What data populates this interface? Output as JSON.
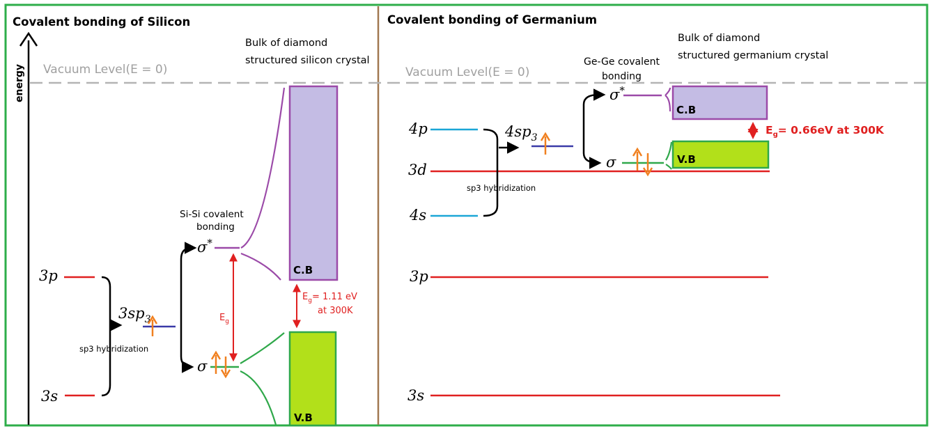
{
  "silicon": {
    "title": "Covalent bonding of Silicon",
    "axis_label": "energy",
    "vacuum_label": "Vacuum Level(E = 0)",
    "bulk_label_line1": "Bulk of diamond",
    "bulk_label_line2": "structured silicon crystal",
    "bond_label_line1": "Si-Si covalent",
    "bond_label_line2": "bonding",
    "level_3p": "3p",
    "level_3s": "3s",
    "hybrid_base": "3sp",
    "hybrid_sub": "3",
    "hybridization_label": "sp3 hybridization",
    "sigma_star_base": "σ",
    "sigma_star_sup": "*",
    "sigma": "σ",
    "eg_base": "E",
    "eg_sub": "g",
    "cb_label": "C.B",
    "vb_label": "V.B",
    "gap_line1_base": "E",
    "gap_line1_sub": "g",
    "gap_line1_rest": "= 1.11 eV",
    "gap_line2": "at 300K"
  },
  "germanium": {
    "title": "Covalent bonding of Germanium",
    "vacuum_label": "Vacuum Level(E = 0)",
    "bulk_label_line1": "Bulk of diamond",
    "bulk_label_line2": "structured germanium crystal",
    "bond_label_line1": "Ge-Ge covalent",
    "bond_label_line2": "bonding",
    "level_4p": "4p",
    "level_3d": "3d",
    "level_4s": "4s",
    "level_3p": "3p",
    "level_3s": "3s",
    "hybrid_base": "4sp",
    "hybrid_sub": "3",
    "hybridization_label": "sp3 hybridization",
    "sigma_star_base": "σ",
    "sigma_star_sup": "*",
    "sigma": "σ",
    "cb_label": "C.B",
    "vb_label": "V.B",
    "gap_base": "E",
    "gap_sub": "g",
    "gap_rest": "= 0.66eV at 300K"
  },
  "colors": {
    "frame": "#2eae4a",
    "divider": "#a07850",
    "vacuum": "#b4b4b4",
    "level_red": "#e02020",
    "level_blue": "#1ba6d6",
    "hybrid_blue": "#3a3aa8",
    "conduction_fill": "#c4bce4",
    "conduction_edge": "#9b4aa8",
    "valence_fill": "#b2e01a",
    "valence_edge": "#2fa84a",
    "electron": "#f08020",
    "gap_text": "#e02020"
  }
}
